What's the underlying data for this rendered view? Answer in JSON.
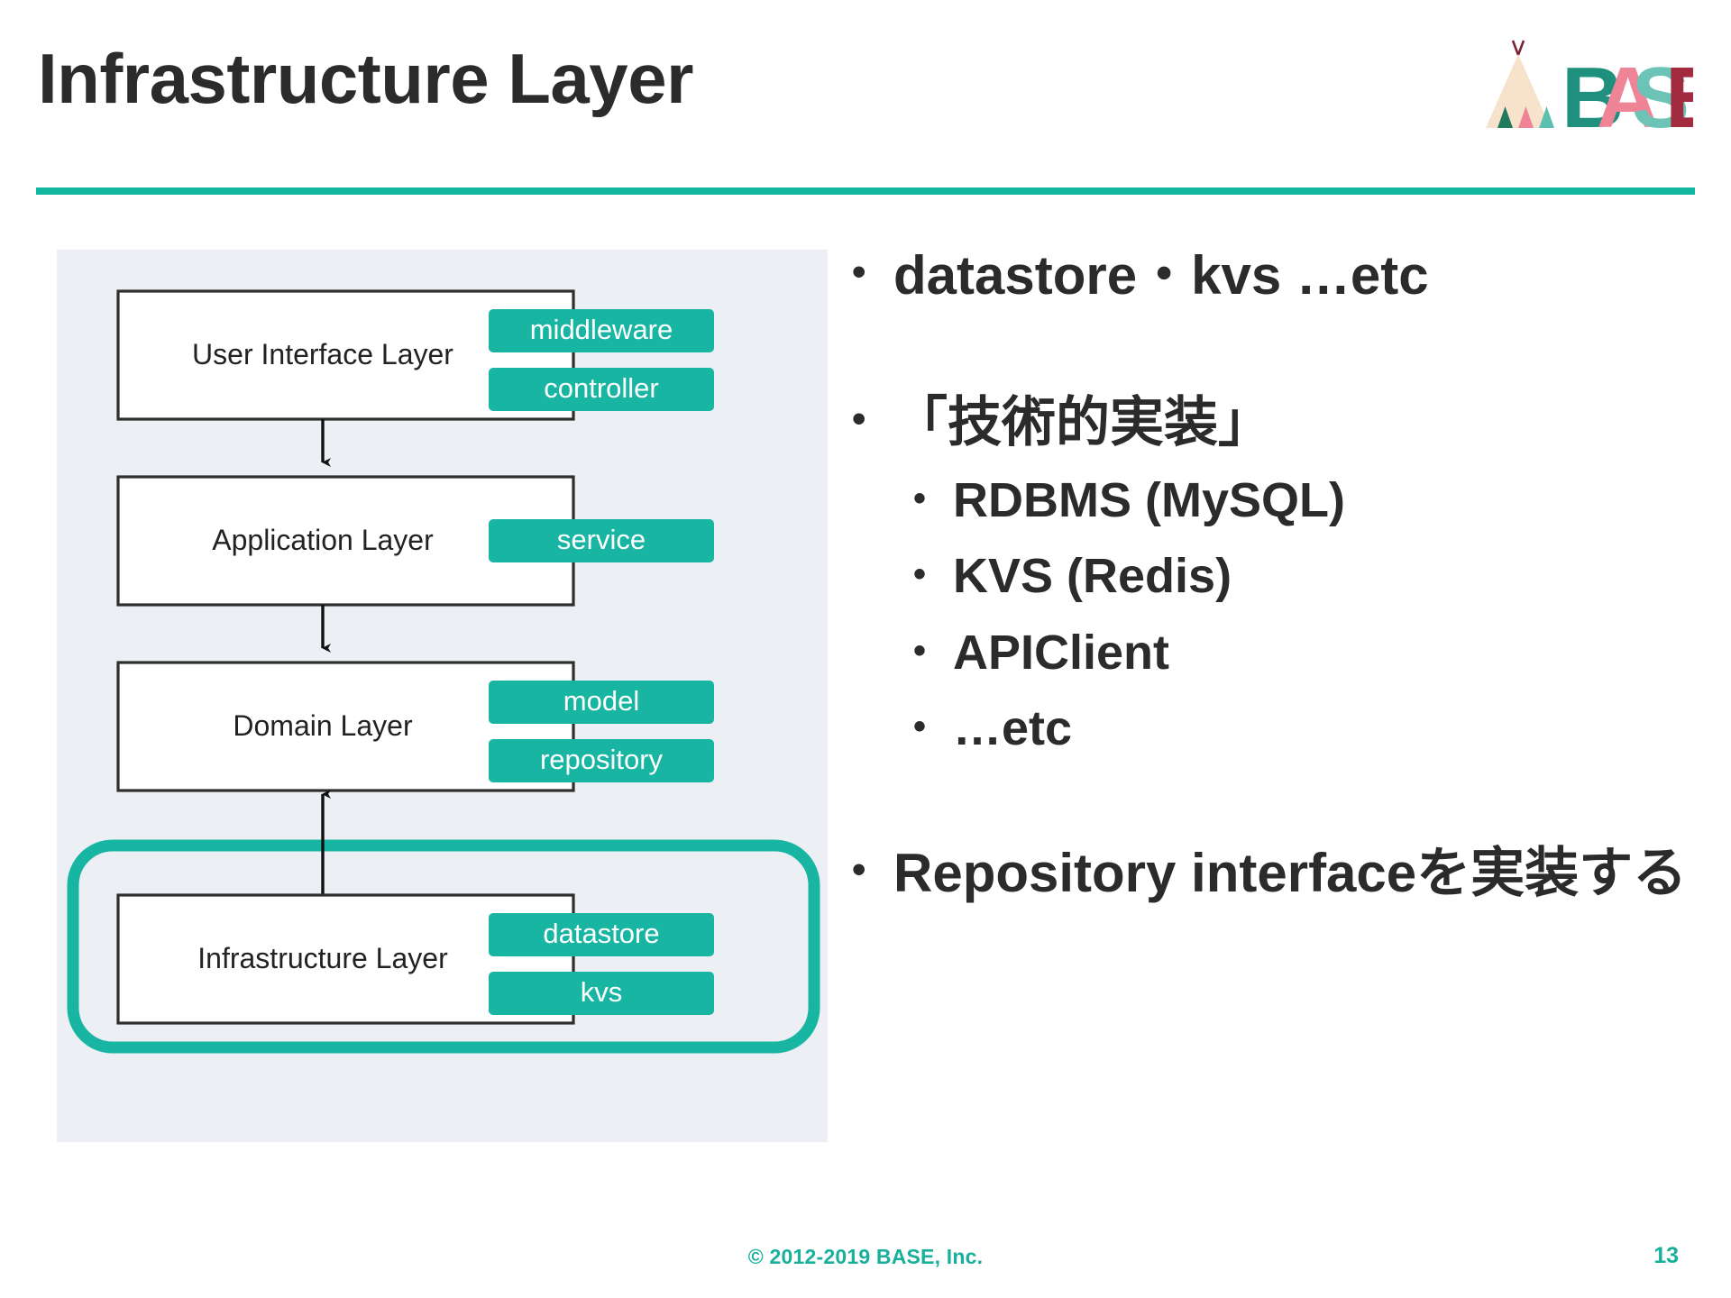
{
  "slide": {
    "title": "Infrastructure Layer",
    "accent_color": "#14b8a0",
    "panel_bg": "#eceff3",
    "page_number": "13",
    "copyright": "© 2012-2019 BASE, Inc."
  },
  "logo": {
    "name": "BASE",
    "letters": [
      {
        "char": "B",
        "color": "#1f8f7e"
      },
      {
        "char": "A",
        "color": "#ef8497"
      },
      {
        "char": "S",
        "color": "#6cc4b6"
      },
      {
        "char": "E",
        "color": "#a32b40"
      }
    ],
    "tent": {
      "body_color": "#f7e3cb",
      "pole_color": "#7a2437",
      "base_triangles": [
        "#1f7a5e",
        "#ef8497",
        "#5cc0b0"
      ]
    }
  },
  "diagram": {
    "layers": [
      {
        "name": "User Interface Layer",
        "tags": [
          "middleware",
          "controller"
        ],
        "highlighted": false
      },
      {
        "name": "Application Layer",
        "tags": [
          "service"
        ],
        "highlighted": false
      },
      {
        "name": "Domain Layer",
        "tags": [
          "model",
          "repository"
        ],
        "highlighted": false
      },
      {
        "name": "Infrastructure Layer",
        "tags": [
          "datastore",
          "kvs"
        ],
        "highlighted": true
      }
    ],
    "tag_color": "#18b5a2",
    "tag_text_color": "#ffffff",
    "box_border_color": "#333333",
    "box_fill_color": "#ffffff",
    "highlight_ring_color": "#18b5a2",
    "arrows": [
      {
        "from": "User Interface Layer",
        "to": "Application Layer",
        "direction": "down"
      },
      {
        "from": "Application Layer",
        "to": "Domain Layer",
        "direction": "down"
      },
      {
        "from": "Infrastructure Layer",
        "to": "Domain Layer",
        "direction": "up"
      }
    ]
  },
  "bullets": [
    {
      "level": 1,
      "marker": "•",
      "text": "datastore・kvs …etc"
    },
    {
      "level": 1,
      "marker": "•",
      "text": "「技術的実装」"
    },
    {
      "level": 2,
      "marker": "•",
      "text": "RDBMS (MySQL)"
    },
    {
      "level": 2,
      "marker": "•",
      "text": "KVS (Redis)"
    },
    {
      "level": 2,
      "marker": "•",
      "text": "APIClient"
    },
    {
      "level": 2,
      "marker": "•",
      "text": "…etc"
    },
    {
      "level": 1,
      "marker": "•",
      "text": "Repository interfaceを実装する"
    }
  ]
}
